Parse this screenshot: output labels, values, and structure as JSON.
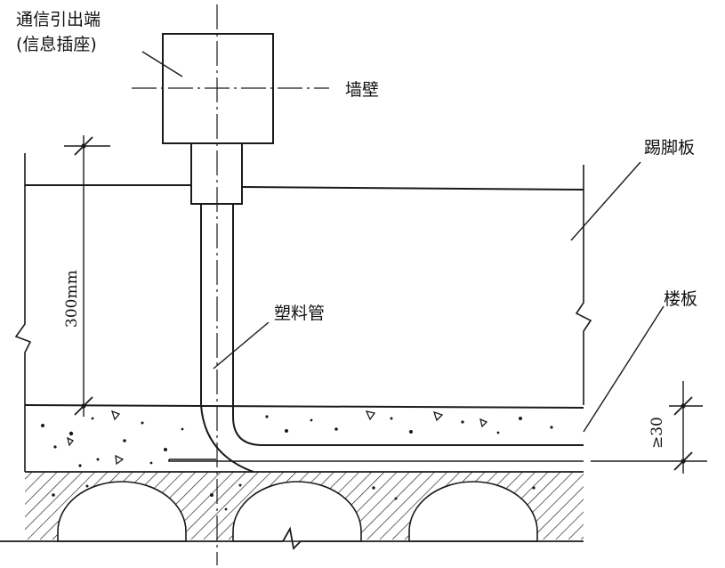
{
  "labels": {
    "outlet_line1": "通信引出端",
    "outlet_line2": "(信息插座)",
    "wall": "墙壁",
    "skirting": "踢脚板",
    "pipe": "塑料管",
    "floor_slab": "楼板",
    "height_dim": "300mm",
    "min_cover": "≥30"
  },
  "colors": {
    "line": "#1a1a1a",
    "background": "#ffffff"
  }
}
